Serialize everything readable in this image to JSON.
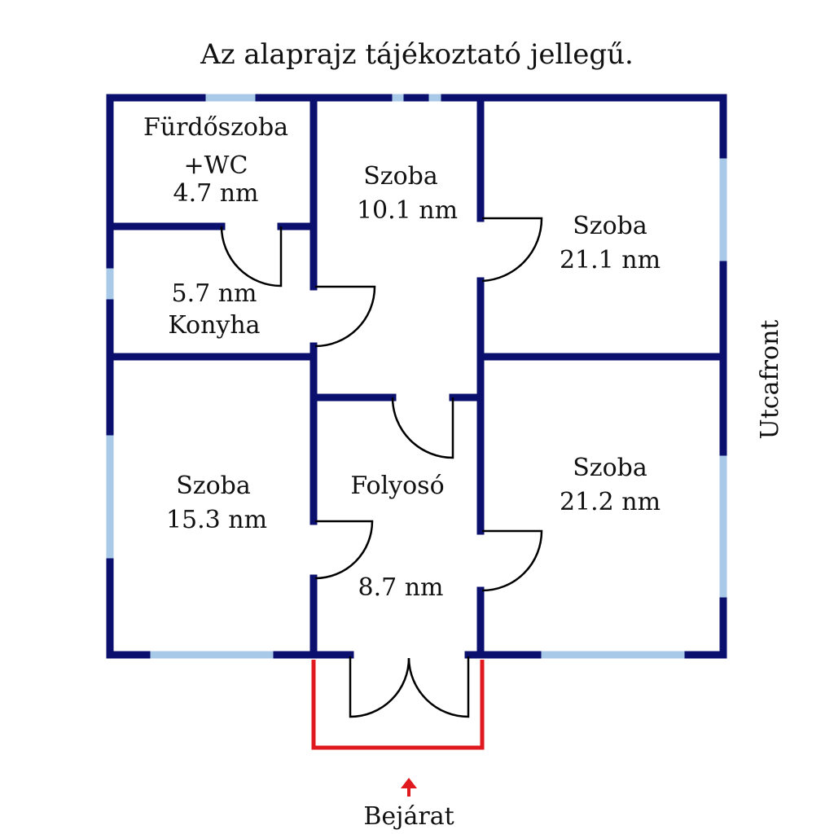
{
  "title": "Az alaprajz tájékoztató jellegű.",
  "rooms": {
    "bathroom": {
      "name": "Fürdőszoba",
      "extra": "+WC",
      "area": "4.7 nm"
    },
    "kitchen": {
      "area": "5.7 nm",
      "name": "Konyha"
    },
    "room_middle_top": {
      "name": "Szoba",
      "area": "10.1 nm"
    },
    "room_right_top": {
      "name": "Szoba",
      "area": "21.1 nm"
    },
    "room_left_bottom": {
      "name": "Szoba",
      "area": "15.3 nm"
    },
    "hallway": {
      "name": "Folyosó",
      "area": "8.7 nm"
    },
    "room_right_bottom": {
      "name": "Szoba",
      "area": "21.2 nm"
    }
  },
  "street_label": "Utcafront",
  "entrance_label": "Bejárat",
  "colors": {
    "wall": "#0b0f6e",
    "window": "#a9c9e8",
    "entrance": "#e0191e",
    "door": "#000000"
  }
}
